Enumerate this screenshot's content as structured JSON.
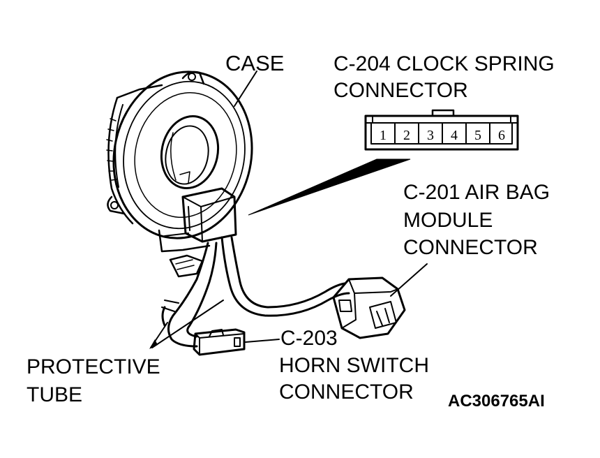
{
  "labels": {
    "case": "CASE",
    "c204_line1": "C-204 CLOCK SPRING",
    "c204_line2": "CONNECTOR",
    "c201_line1": "C-201 AIR BAG",
    "c201_line2": "MODULE",
    "c201_line3": "CONNECTOR",
    "c203_line1": "C-203",
    "c203_line2": "HORN SWITCH",
    "c203_line3": "CONNECTOR",
    "tube_line1": "PROTECTIVE",
    "tube_line2": "TUBE",
    "figure_code": "AC306765AI"
  },
  "connector_pins": [
    "1",
    "2",
    "3",
    "4",
    "5",
    "6"
  ],
  "colors": {
    "ink": "#000000",
    "paper": "#ffffff"
  }
}
